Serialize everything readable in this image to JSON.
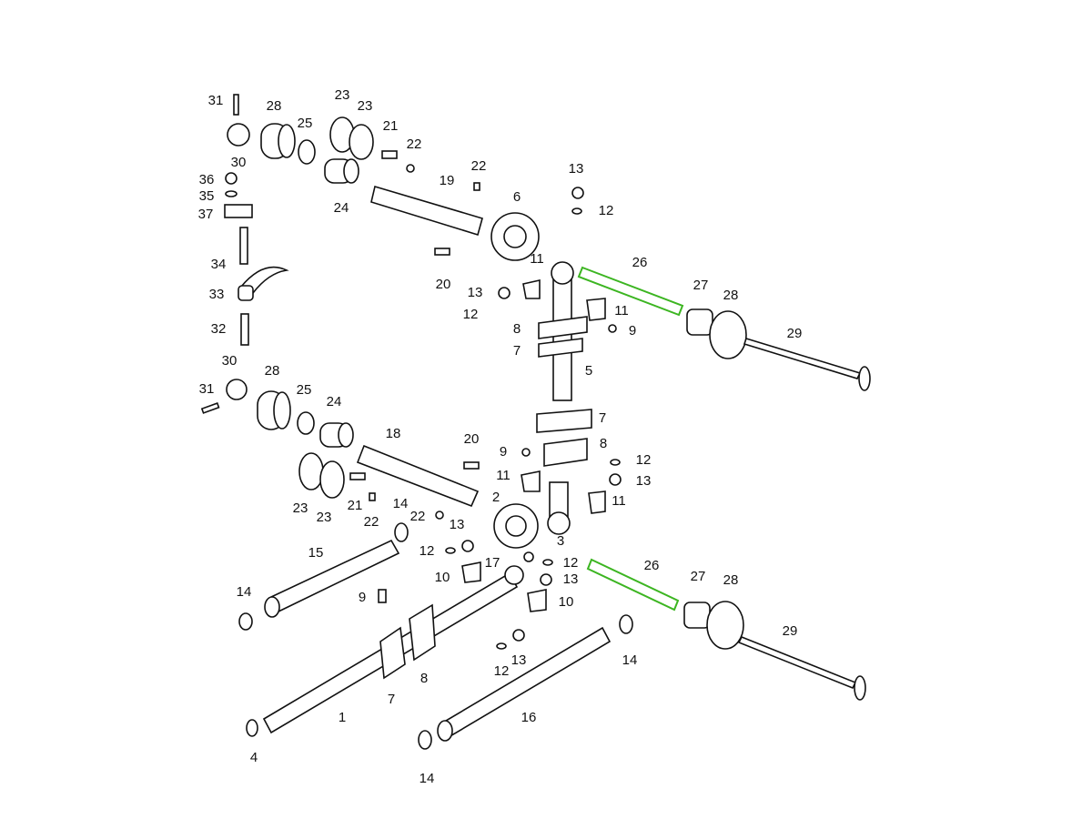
{
  "diagram": {
    "title": "",
    "highlight_color": "#3cb521",
    "labels": [
      "31",
      "28",
      "25",
      "23",
      "23",
      "21",
      "22",
      "30",
      "36",
      "35",
      "37",
      "19",
      "22",
      "6",
      "13",
      "12",
      "24",
      "34",
      "20",
      "11",
      "26",
      "27",
      "28",
      "13",
      "12",
      "11",
      "8",
      "9",
      "29",
      "33",
      "32",
      "7",
      "5",
      "30",
      "28",
      "25",
      "24",
      "31",
      "18",
      "20",
      "7",
      "9",
      "8",
      "12",
      "13",
      "11",
      "11",
      "2",
      "23",
      "21",
      "22",
      "23",
      "14",
      "22",
      "13",
      "3",
      "15",
      "12",
      "17",
      "12",
      "10",
      "13",
      "26",
      "27",
      "28",
      "14",
      "9",
      "10",
      "29",
      "8",
      "12",
      "13",
      "14",
      "7",
      "1",
      "16",
      "4",
      "14"
    ]
  }
}
